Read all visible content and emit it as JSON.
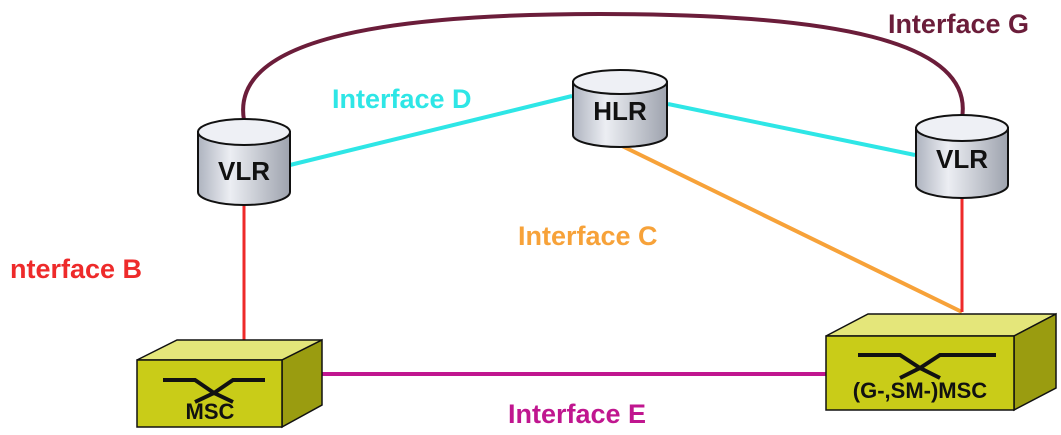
{
  "diagram": {
    "nodes": {
      "hlr": {
        "label": "HLR"
      },
      "vlr_left": {
        "label": "VLR"
      },
      "vlr_right": {
        "label": "VLR"
      },
      "msc_left": {
        "label": "MSC"
      },
      "msc_right": {
        "label": "(G-,SM-)MSC"
      }
    },
    "interfaces": {
      "g": {
        "label": "Interface G",
        "color": "#6b1d3a"
      },
      "d": {
        "label": "Interface D",
        "color": "#2ee6e6"
      },
      "c": {
        "label": "Interface C",
        "color": "#f7a239"
      },
      "b": {
        "label": "nterface B",
        "color": "#ee2a2a"
      },
      "e": {
        "label": "Interface E",
        "color": "#c0168f"
      }
    },
    "colors": {
      "database_fill": "#d9dde6",
      "database_top": "#eef0f5",
      "msc_front": "#c9cc18",
      "msc_top": "#e4e67a",
      "msc_side": "#9a9c10"
    }
  }
}
